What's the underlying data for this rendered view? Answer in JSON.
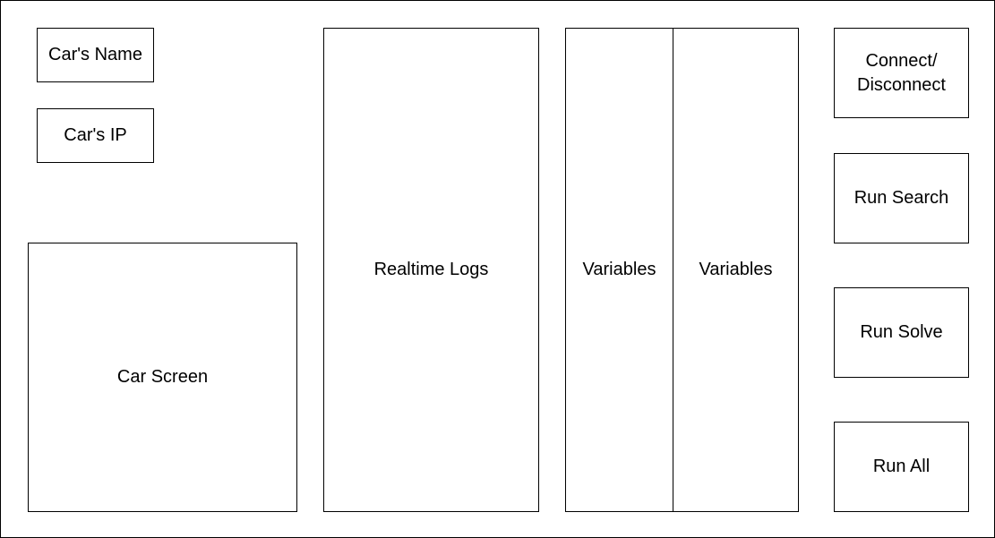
{
  "car_info": {
    "name_label": "Car's Name",
    "ip_label": "Car's IP"
  },
  "car_screen": {
    "label": "Car Screen"
  },
  "logs_panel": {
    "label": "Realtime Logs"
  },
  "variables_panels": [
    {
      "label": "Variables"
    },
    {
      "label": "Variables"
    }
  ],
  "controls": {
    "connect_label": "Connect/\nDisconnect",
    "run_search_label": "Run Search",
    "run_solve_label": "Run Solve",
    "run_all_label": "Run All"
  }
}
